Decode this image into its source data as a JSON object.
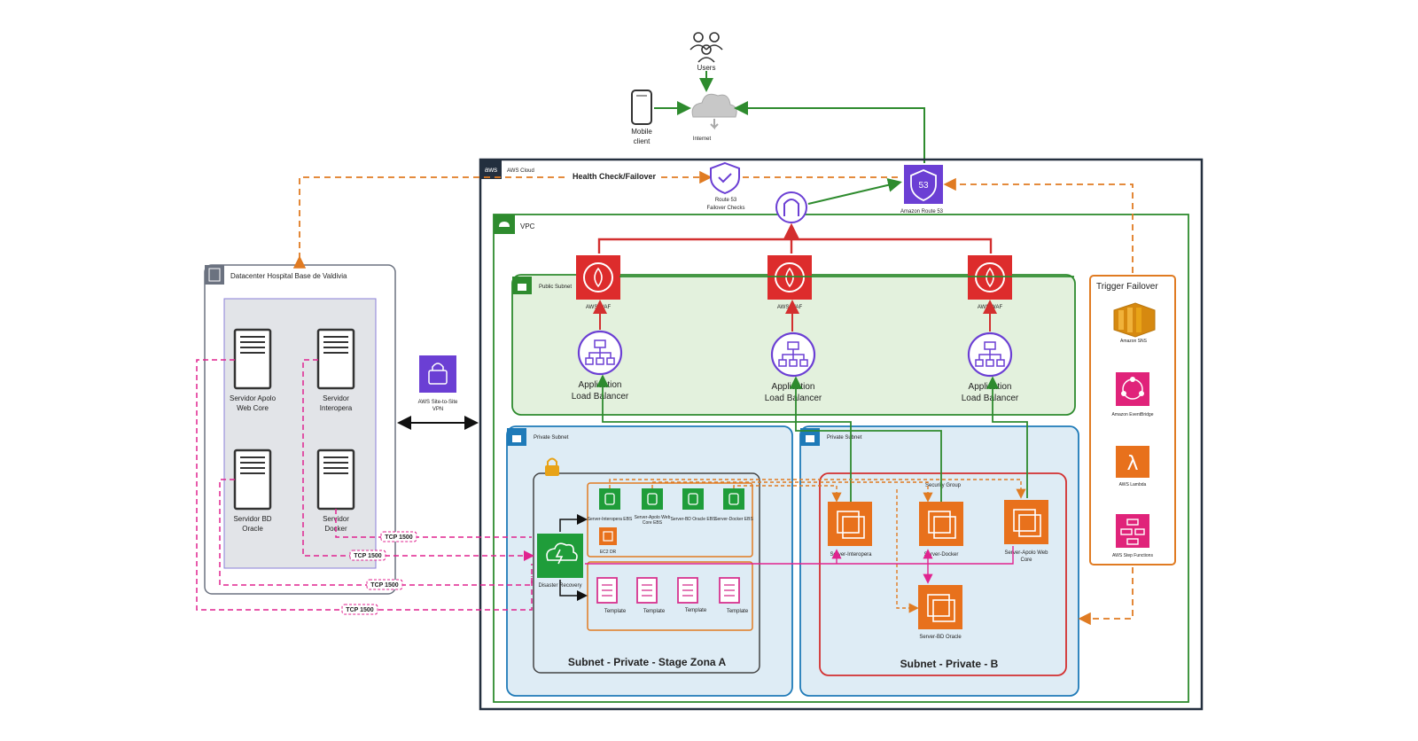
{
  "users": {
    "label": "Users"
  },
  "mobile": {
    "label_1": "Mobile",
    "label_2": "client"
  },
  "internet": {
    "label": "Internet"
  },
  "aws_cloud": {
    "label": "AWS Cloud",
    "logo_text": "aws"
  },
  "health_check": {
    "label": "Health Check/Failover"
  },
  "route53_checks": {
    "label_1": "Route 53",
    "label_2": "Failover Checks"
  },
  "route53": {
    "label": "Amazon Route 53"
  },
  "vpc": {
    "label": "VPC"
  },
  "datacenter": {
    "label": "Datacenter Hospital Base de Valdivia",
    "servers": [
      {
        "line1": "Servidor Apolo",
        "line2": "Web Core"
      },
      {
        "line1": "Servidor",
        "line2": "Interopera"
      },
      {
        "line1": "Servidor BD",
        "line2": "Oracle"
      },
      {
        "line1": "Servidor",
        "line2": "Docker"
      }
    ]
  },
  "vpn": {
    "line1": "AWS Site-to-Site",
    "line2": "VPN"
  },
  "public_subnet": {
    "label": "Public Subnet"
  },
  "waf": {
    "label": "AWS WAF"
  },
  "alb": {
    "line1": "Application",
    "line2": "Load Balancer"
  },
  "private_subnet_a": {
    "label": "Private Subnet",
    "caption": "Subnet - Private - Stage Zona A"
  },
  "private_subnet_b": {
    "label": "Private Subnet",
    "caption": "Subnet - Private - B"
  },
  "security_group": {
    "label": "Security Group"
  },
  "ebs": [
    {
      "line1": "Server-Interopera EBS",
      "line2": ""
    },
    {
      "line1": "Server-Apolo Web",
      "line2": "Core EBS"
    },
    {
      "line1": "Server-BD Oracle EBS",
      "line2": ""
    },
    {
      "line1": "Server-Docker EBS",
      "line2": ""
    }
  ],
  "ec2_dr": {
    "label": "EC2 DR"
  },
  "disaster_recovery": {
    "label": "Disaster Recovery"
  },
  "templates": [
    "Template",
    "Template",
    "Template",
    "Template"
  ],
  "ec2_servers": [
    {
      "line1": "Server-Interopera",
      "line2": ""
    },
    {
      "line1": "Server-Docker",
      "line2": ""
    },
    {
      "line1": "Server-Apolo Web",
      "line2": "Core"
    },
    {
      "line1": "Server-BD Oracle",
      "line2": ""
    }
  ],
  "trigger_failover": {
    "label": "Trigger Failover",
    "services": [
      "Amazon SNS",
      "Amazon EventBridge",
      "AWS Lambda",
      "AWS Step Functions"
    ]
  },
  "tcp_labels": [
    "TCP 1500",
    "TCP 1500",
    "TCP 1500",
    "TCP 1500"
  ],
  "colors": {
    "green": "#2e8b2e",
    "red": "#d32f2f",
    "orange": "#e07b22",
    "magenta": "#e0238f",
    "purple": "#6b3fd4",
    "aws_dark": "#232f3e",
    "ec2_orange": "#e8711c",
    "ebs_green": "#1f9d3a"
  }
}
